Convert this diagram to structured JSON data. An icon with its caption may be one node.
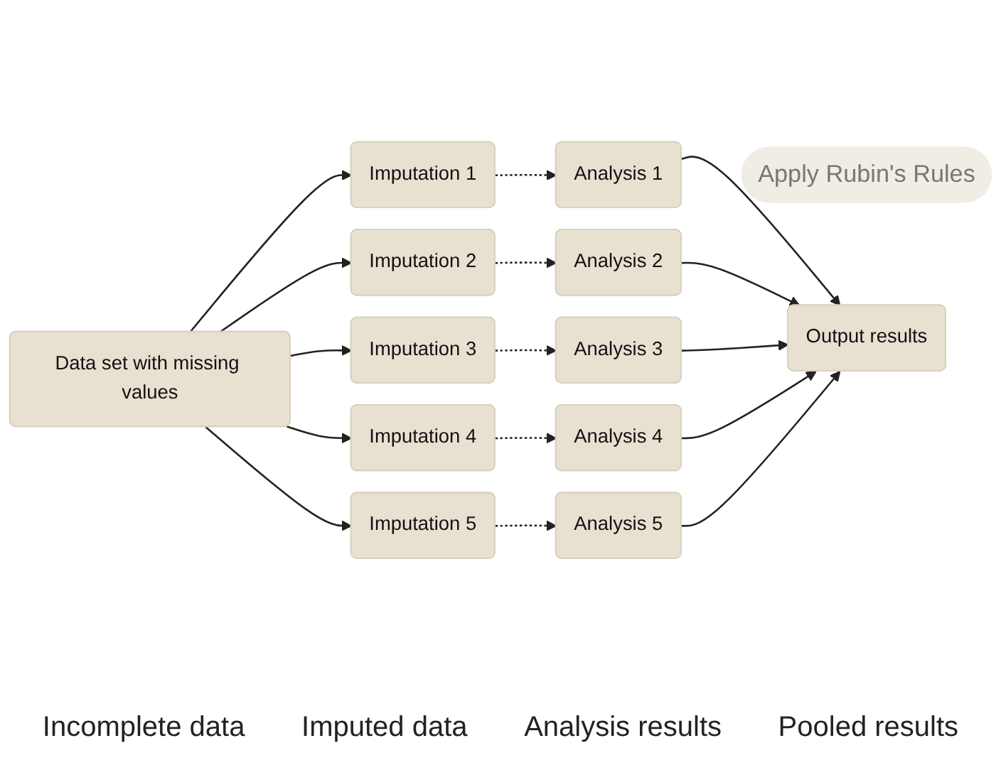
{
  "diagram": {
    "nodes": [
      {
        "text": [
          "Data set with missing values"
        ]
      },
      {
        "text": [
          "Imputation 1"
        ]
      },
      {
        "text": [
          "Imputation 2"
        ]
      },
      {
        "text": [
          "Imputation 3"
        ]
      },
      {
        "text": [
          "Imputation 4"
        ]
      },
      {
        "text": [
          "Imputation 5"
        ]
      },
      {
        "text": [
          "Analysis 1"
        ]
      },
      {
        "text": [
          "Analysis 2"
        ]
      },
      {
        "text": [
          "Analysis 3"
        ]
      },
      {
        "text": [
          "Analysis 4"
        ]
      },
      {
        "text": [
          "Analysis 5"
        ]
      },
      {
        "text": [
          "Apply Rubin's Rules"
        ]
      },
      {
        "text": [
          "Output results"
        ]
      }
    ],
    "edges": [
      {
        "from": 0,
        "to": 1,
        "arrow": "to"
      },
      {
        "from": 0,
        "to": 2,
        "arrow": "to"
      },
      {
        "from": 0,
        "to": 3,
        "arrow": "to"
      },
      {
        "from": 0,
        "to": 4,
        "arrow": "to"
      },
      {
        "from": 0,
        "to": 5,
        "arrow": "to"
      },
      {
        "from": 1,
        "to": 6,
        "arrow": "to",
        "style": "dashed"
      },
      {
        "from": 2,
        "to": 7,
        "arrow": "to",
        "style": "dashed"
      },
      {
        "from": 3,
        "to": 8,
        "arrow": "to",
        "style": "dashed"
      },
      {
        "from": 4,
        "to": 9,
        "arrow": "to",
        "style": "dashed"
      },
      {
        "from": 5,
        "to": 10,
        "arrow": "to",
        "style": "dashed"
      },
      {
        "from": 6,
        "to": 12,
        "arrow": "to"
      },
      {
        "from": 7,
        "to": 12,
        "arrow": "to"
      },
      {
        "from": 8,
        "to": 12,
        "arrow": "to"
      },
      {
        "from": 9,
        "to": 12,
        "arrow": "to"
      },
      {
        "from": 10,
        "to": 12,
        "arrow": "to"
      }
    ],
    "labels": [
      "Incomplete data",
      "Imputed data",
      "Analysis results",
      "Pooled results"
    ]
  }
}
